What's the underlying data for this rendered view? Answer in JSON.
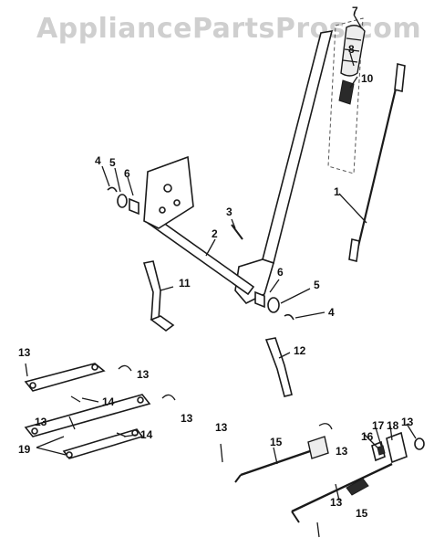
{
  "watermark": "AppliancePartsPros.com",
  "callouts": [
    {
      "id": "c1",
      "label": "1"
    },
    {
      "id": "c2",
      "label": "2"
    },
    {
      "id": "c3",
      "label": "3"
    },
    {
      "id": "c4a",
      "label": "4"
    },
    {
      "id": "c4b",
      "label": "4"
    },
    {
      "id": "c5a",
      "label": "5"
    },
    {
      "id": "c5b",
      "label": "5"
    },
    {
      "id": "c6a",
      "label": "6"
    },
    {
      "id": "c6b",
      "label": "6"
    },
    {
      "id": "c7",
      "label": "7"
    },
    {
      "id": "c8",
      "label": "8"
    },
    {
      "id": "c10",
      "label": "10"
    },
    {
      "id": "c11",
      "label": "11"
    },
    {
      "id": "c12",
      "label": "12"
    },
    {
      "id": "c13a",
      "label": "13"
    },
    {
      "id": "c13b",
      "label": "13"
    },
    {
      "id": "c13c",
      "label": "13"
    },
    {
      "id": "c13d",
      "label": "13"
    },
    {
      "id": "c13e",
      "label": "13"
    },
    {
      "id": "c13f",
      "label": "13"
    },
    {
      "id": "c13g",
      "label": "13"
    },
    {
      "id": "c13h",
      "label": "13"
    },
    {
      "id": "c14a",
      "label": "14"
    },
    {
      "id": "c14b",
      "label": "14"
    },
    {
      "id": "c15a",
      "label": "15"
    },
    {
      "id": "c15b",
      "label": "15"
    },
    {
      "id": "c16",
      "label": "16"
    },
    {
      "id": "c17",
      "label": "17"
    },
    {
      "id": "c18",
      "label": "18"
    },
    {
      "id": "c19",
      "label": "19"
    }
  ]
}
